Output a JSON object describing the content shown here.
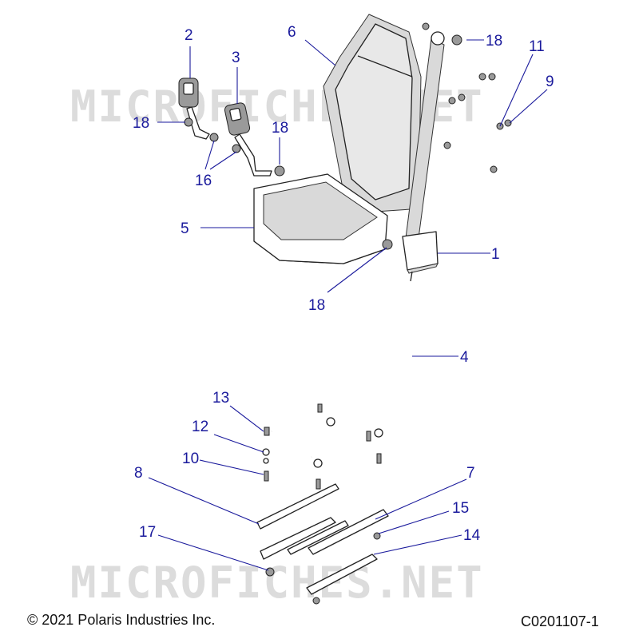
{
  "watermark": "MICROFICHES.NET",
  "footer": {
    "copyright": "© 2021 Polaris Industries Inc.",
    "diagram_code": "C0201107-1"
  },
  "callouts": {
    "c1": "1",
    "c2": "2",
    "c3": "3",
    "c4": "4",
    "c5": "5",
    "c6": "6",
    "c7": "7",
    "c8": "8",
    "c9": "9",
    "c10": "10",
    "c11": "11",
    "c12": "12",
    "c13": "13",
    "c14": "14",
    "c15": "15",
    "c16": "16",
    "c17": "17",
    "c18a": "18",
    "c18b": "18",
    "c18c": "18",
    "c18d": "18"
  },
  "colors": {
    "callout": "#1a1a9c",
    "line": "#222222",
    "watermark": "#dcdcdc"
  }
}
